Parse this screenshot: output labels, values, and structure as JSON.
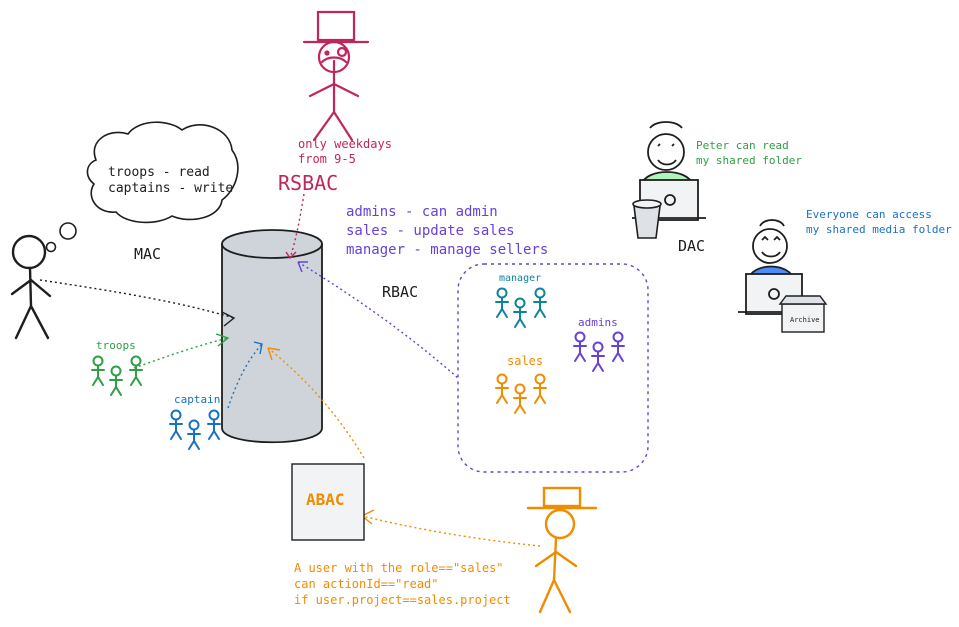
{
  "colors": {
    "ink": "#1e1e1e",
    "rsbac": "#c2255c",
    "rbac": "#6741d9",
    "troops": "#2f9e44",
    "captain": "#1971c2",
    "abac": "#f08c00",
    "manager": "#0c8599",
    "cylinder_fill": "#ced4da",
    "face_green": "#b2f2bb",
    "face_blue": "#4d8bf7"
  },
  "mac": {
    "thought_line1": "troops - read",
    "thought_line2": "captains - write",
    "label": "MAC",
    "troops_label": "troops",
    "captain_label": "captain"
  },
  "rsbac": {
    "note_line1": "only weekdays",
    "note_line2": "from 9-5",
    "label": "RSBAC"
  },
  "rbac": {
    "rule1": "admins - can admin",
    "rule2": "sales - update sales",
    "rule3": "manager - manage sellers",
    "label": "RBAC",
    "group_manager": "manager",
    "group_admins": "admins",
    "group_sales": "sales"
  },
  "dac": {
    "label": "DAC",
    "peter_line1": "Peter can read",
    "peter_line2": "my shared folder",
    "everyone_line1": "Everyone can access",
    "everyone_line2": "my shared media folder",
    "archive_label": "Archive"
  },
  "abac": {
    "label": "ABAC",
    "rule_line1": "A user with the role==\"sales\"",
    "rule_line2": "can actionId==\"read\"",
    "rule_line3": "if user.project==sales.project"
  }
}
